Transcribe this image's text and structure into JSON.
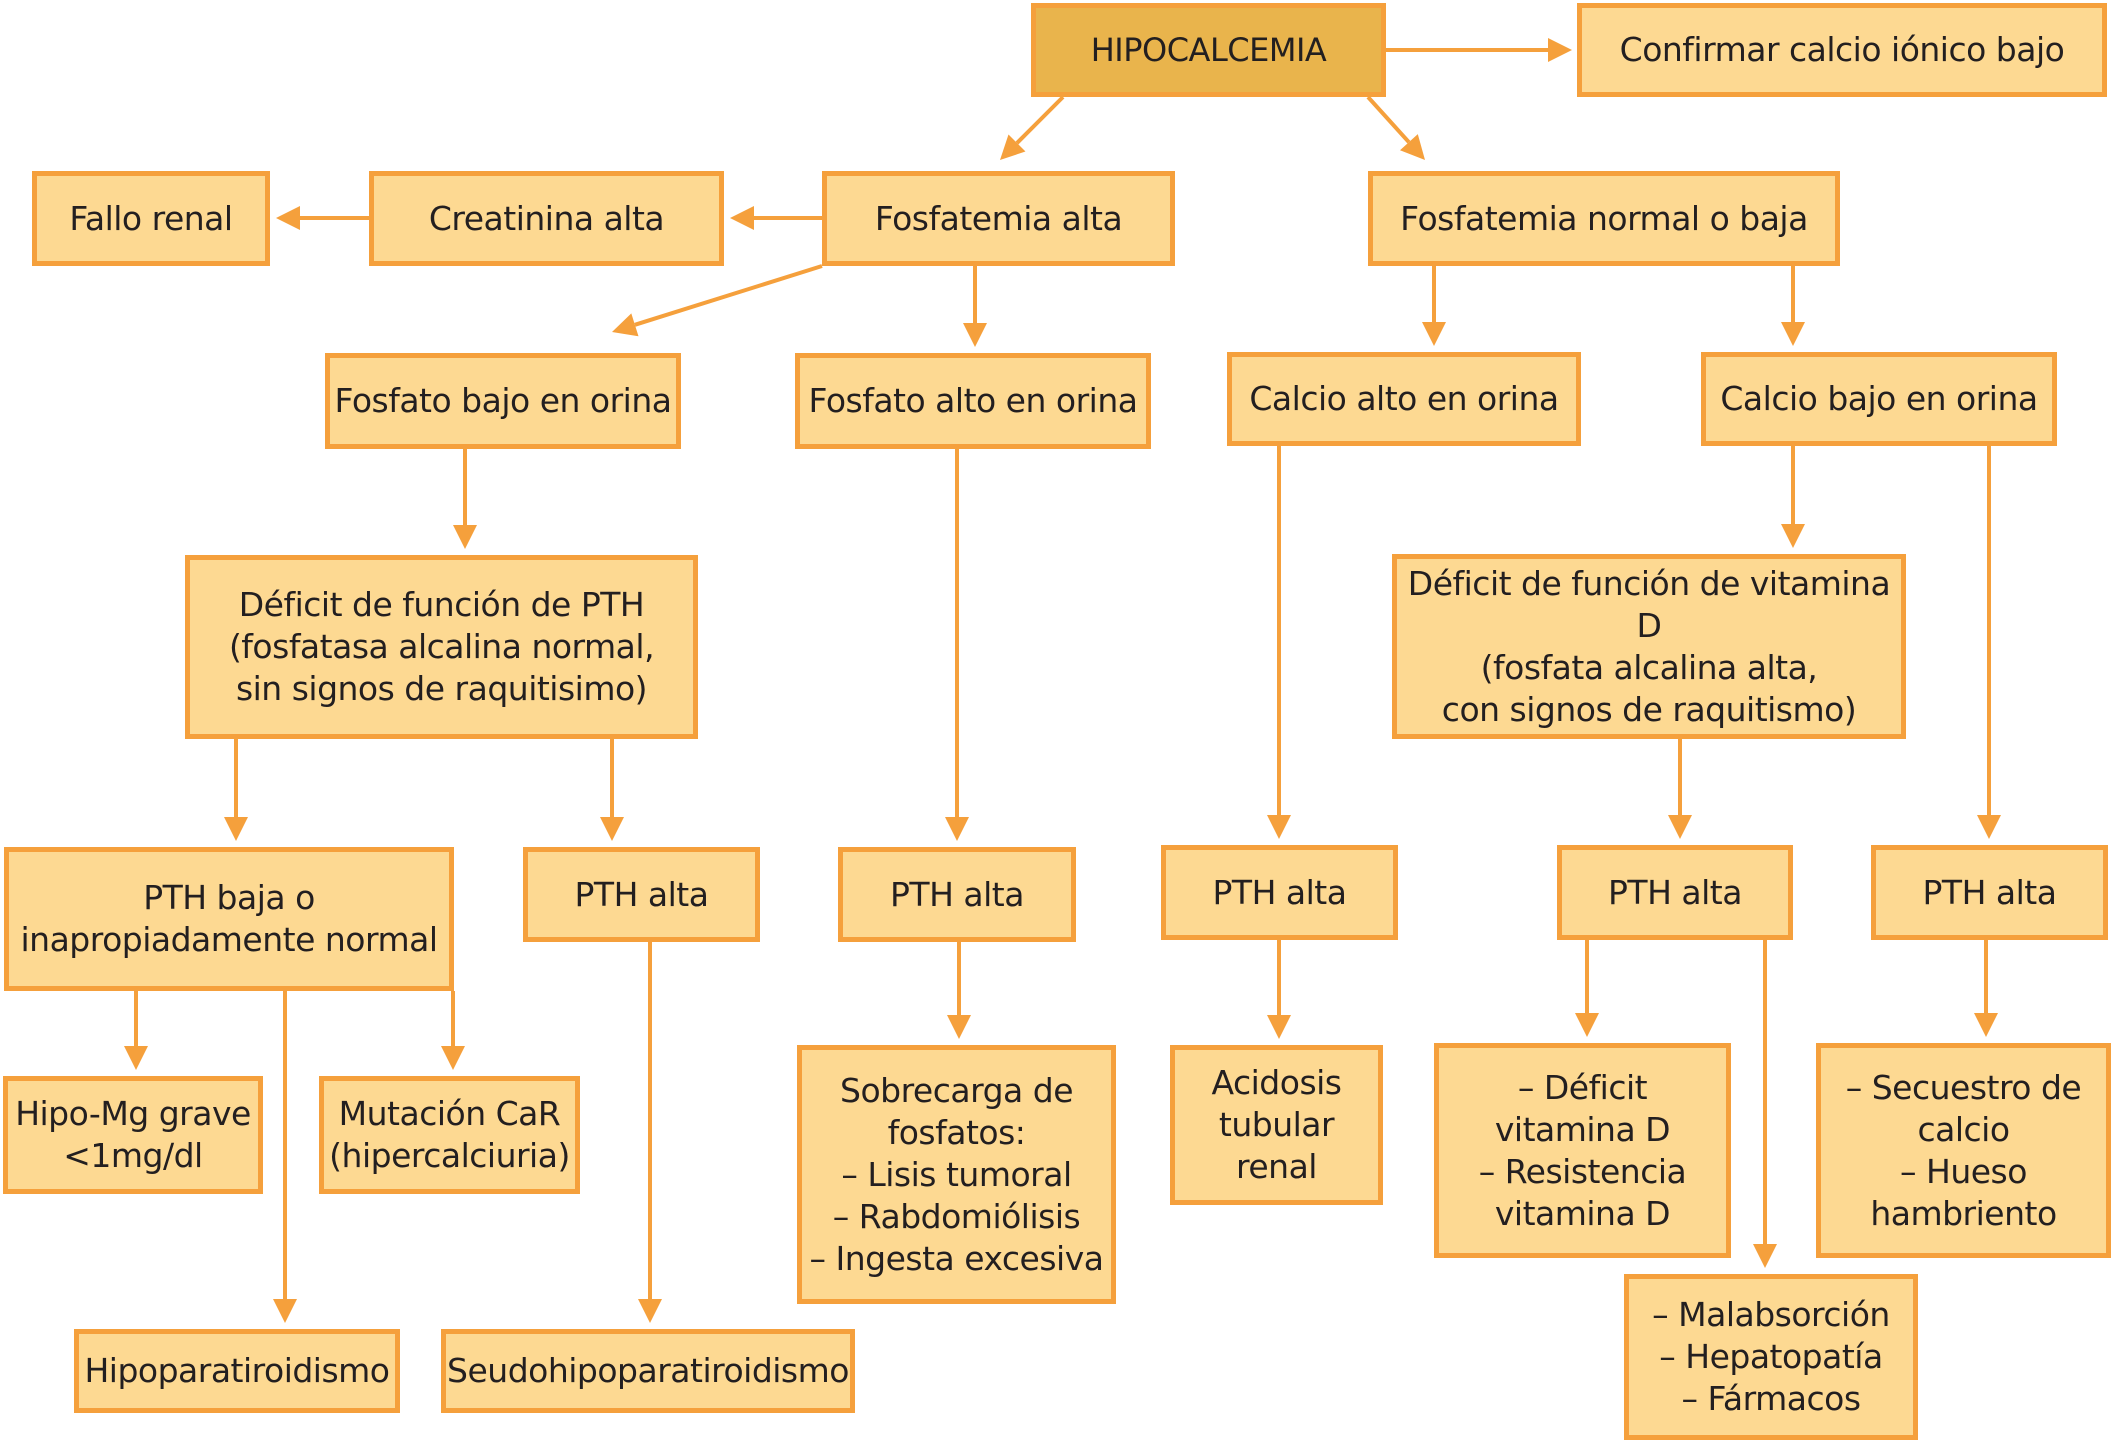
{
  "title": "HIPOCALCEMIA",
  "colors": {
    "box_fill": "#fdd992",
    "root_fill": "#e9b44c",
    "border": "#f5a03c",
    "arrow": "#f5a03c",
    "text": "#231f20"
  },
  "nodes": {
    "hipocalcemia": "HIPOCALCEMIA",
    "confirmar": "Confirmar calcio iónico bajo",
    "fallo_renal": "Fallo renal",
    "creatinina_alta": "Creatinina alta",
    "fosfatemia_alta": "Fosfatemia alta",
    "fosfatemia_normal_baja": "Fosfatemia normal o baja",
    "fosfato_bajo_orina": "Fosfato bajo en orina",
    "fosfato_alto_orina": "Fosfato alto en orina",
    "calcio_alto_orina": "Calcio alto en orina",
    "calcio_bajo_orina": "Calcio bajo en orina",
    "deficit_pth": "Déficit de función de PTH\n(fosfatasa alcalina normal,\nsin signos de raquitisimo)",
    "deficit_vitd": "Déficit de función de vitamina D\n(fosfata alcalina alta,\ncon signos de raquitismo)",
    "pth_baja": "PTH baja o\ninapropiadamente normal",
    "pth_alta_1": "PTH alta",
    "pth_alta_2": "PTH alta",
    "pth_alta_3": "PTH alta",
    "pth_alta_4": "PTH alta",
    "pth_alta_5": "PTH alta",
    "hipo_mg": "Hipo-Mg grave\n<1mg/dl",
    "mutacion_car": "Mutación CaR\n(hipercalciuria)",
    "sobrecarga": "Sobrecarga de\nfosfatos:\n– Lisis tumoral\n– Rabdomiólisis\n– Ingesta excesiva",
    "acidosis": "Acidosis\ntubular\nrenal",
    "deficit_resistencia_vitd": "– Déficit\nvitamina D\n– Resistencia\nvitamina D",
    "secuestro": "– Secuestro de\ncalcio\n– Hueso\nhambriento",
    "malabsorcion": "– Malabsorción\n– Hepatopatía\n– Fármacos",
    "hipoparatiroidismo": "Hipoparatiroidismo",
    "seudohipoparatiroidismo": "Seudohipoparatiroidismo"
  },
  "edges": [
    {
      "from": "hipocalcemia",
      "to": "confirmar"
    },
    {
      "from": "hipocalcemia",
      "to": "fosfatemia_alta"
    },
    {
      "from": "hipocalcemia",
      "to": "fosfatemia_normal_baja"
    },
    {
      "from": "fosfatemia_alta",
      "to": "creatinina_alta"
    },
    {
      "from": "creatinina_alta",
      "to": "fallo_renal"
    },
    {
      "from": "fosfatemia_alta",
      "to": "fosfato_bajo_orina"
    },
    {
      "from": "fosfatemia_alta",
      "to": "fosfato_alto_orina"
    },
    {
      "from": "fosfatemia_normal_baja",
      "to": "calcio_alto_orina"
    },
    {
      "from": "fosfatemia_normal_baja",
      "to": "calcio_bajo_orina"
    },
    {
      "from": "fosfato_bajo_orina",
      "to": "deficit_pth"
    },
    {
      "from": "deficit_pth",
      "to": "pth_baja"
    },
    {
      "from": "deficit_pth",
      "to": "pth_alta_1"
    },
    {
      "from": "fosfato_alto_orina",
      "to": "pth_alta_2"
    },
    {
      "from": "calcio_alto_orina",
      "to": "pth_alta_3"
    },
    {
      "from": "calcio_bajo_orina",
      "to": "deficit_vitd"
    },
    {
      "from": "deficit_vitd",
      "to": "pth_alta_4"
    },
    {
      "from": "calcio_bajo_orina",
      "to": "pth_alta_5"
    },
    {
      "from": "pth_baja",
      "to": "hipo_mg"
    },
    {
      "from": "pth_baja",
      "to": "hipoparatiroidismo"
    },
    {
      "from": "pth_baja",
      "to": "mutacion_car"
    },
    {
      "from": "pth_alta_1",
      "to": "seudohipoparatiroidismo"
    },
    {
      "from": "pth_alta_2",
      "to": "sobrecarga"
    },
    {
      "from": "pth_alta_3",
      "to": "acidosis"
    },
    {
      "from": "pth_alta_4",
      "to": "deficit_resistencia_vitd"
    },
    {
      "from": "pth_alta_4",
      "to": "malabsorcion"
    },
    {
      "from": "pth_alta_5",
      "to": "secuestro"
    }
  ]
}
